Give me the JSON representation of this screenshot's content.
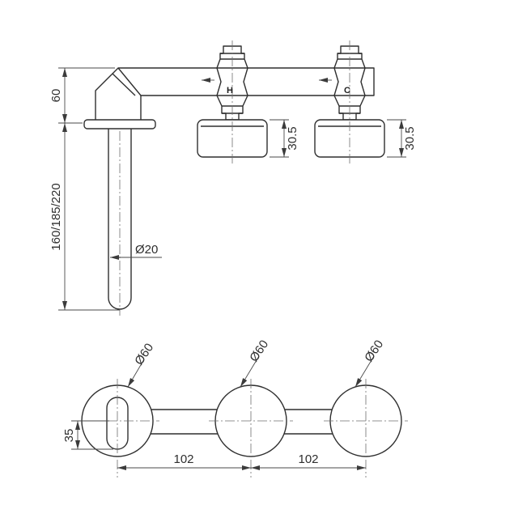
{
  "page": {
    "background": "#ffffff",
    "line_color": "#2f2f2f",
    "drawing_type": "wall-mounted basin mixer technical drawing"
  },
  "top_view": {
    "labels": {
      "hot": "H",
      "cold": "C"
    },
    "dimensions": {
      "wall_to_pipe_height": "60",
      "spout_projection": "160/185/220",
      "spout_tube_diameter": "Ø20",
      "left_trim_depth": "30.5",
      "right_trim_depth": "30.5"
    }
  },
  "bottom_view": {
    "dimensions": {
      "left_flange_diameter": "Ø60",
      "middle_flange_diameter": "Ø60",
      "right_flange_diameter": "Ø60",
      "spout_drop": "35",
      "left_center_spacing": "102",
      "right_center_spacing": "102"
    }
  }
}
